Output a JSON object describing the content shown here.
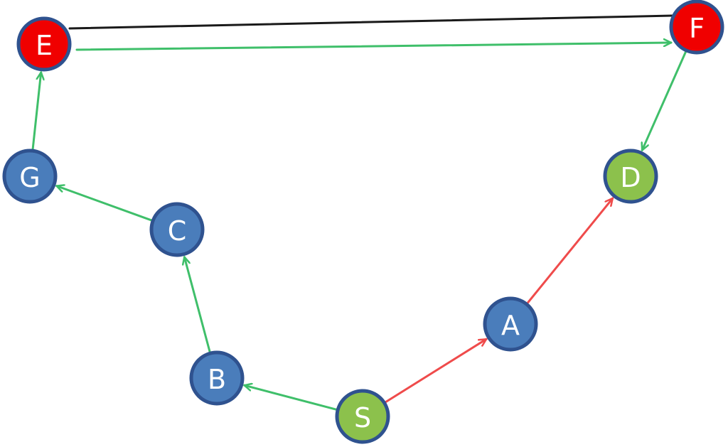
{
  "colors": {
    "blue": "#4a7dbb",
    "green": "#8cc14c",
    "red": "#f00000",
    "border": "#2f528f",
    "edge_green": "#3fbf6a",
    "edge_red": "#ef4b4b",
    "edge_black": "#1a1a1a"
  },
  "nodes": [
    {
      "id": "E",
      "label": "E",
      "color": "red"
    },
    {
      "id": "F",
      "label": "F",
      "color": "red"
    },
    {
      "id": "G",
      "label": "G",
      "color": "blue"
    },
    {
      "id": "D",
      "label": "D",
      "color": "green"
    },
    {
      "id": "C",
      "label": "C",
      "color": "blue"
    },
    {
      "id": "A",
      "label": "A",
      "color": "blue"
    },
    {
      "id": "B",
      "label": "B",
      "color": "blue"
    },
    {
      "id": "S",
      "label": "S",
      "color": "green"
    }
  ],
  "edges": [
    {
      "from": "E",
      "to": "F",
      "color": "black",
      "arrow": false
    },
    {
      "from": "E",
      "to": "F",
      "color": "green",
      "arrow": true
    },
    {
      "from": "F",
      "to": "D",
      "color": "green",
      "arrow": true
    },
    {
      "from": "G",
      "to": "E",
      "color": "green",
      "arrow": true
    },
    {
      "from": "C",
      "to": "G",
      "color": "green",
      "arrow": true
    },
    {
      "from": "B",
      "to": "C",
      "color": "green",
      "arrow": true
    },
    {
      "from": "S",
      "to": "B",
      "color": "green",
      "arrow": true
    },
    {
      "from": "S",
      "to": "A",
      "color": "red",
      "arrow": true
    },
    {
      "from": "A",
      "to": "D",
      "color": "red",
      "arrow": true
    }
  ]
}
